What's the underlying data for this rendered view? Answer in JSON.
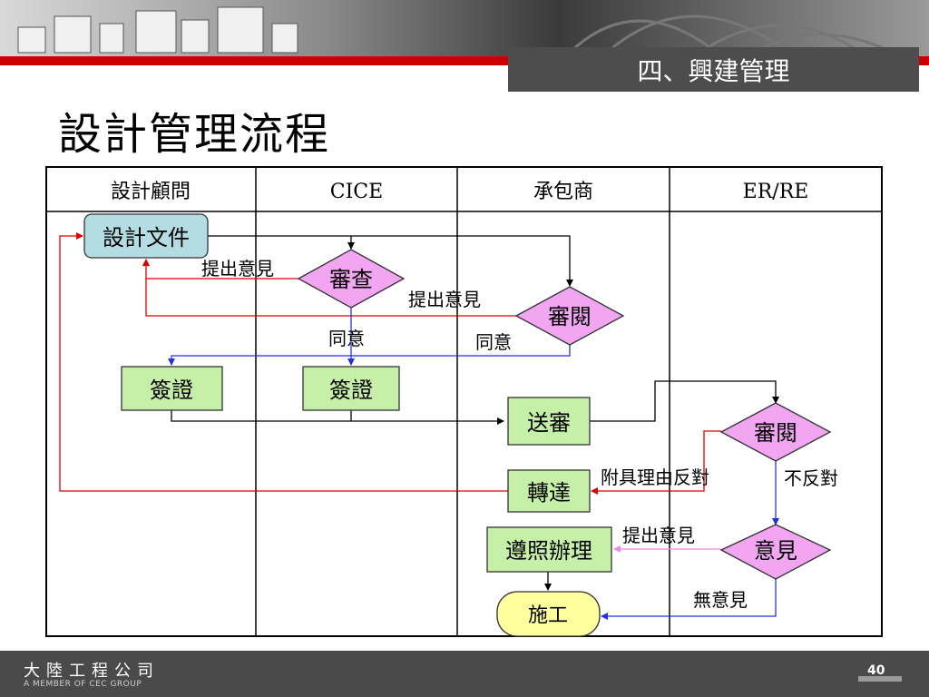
{
  "section_tab": "四、興建管理",
  "page_title": "設計管理流程",
  "lanes": [
    "設計顧問",
    "CICE",
    "承包商",
    "ER/RE"
  ],
  "nodes": {
    "design_docs": "設計文件",
    "cice_review": "審查",
    "contractor_review": "審閱",
    "sign_consultant": "簽證",
    "sign_cice": "簽證",
    "submit": "送審",
    "er_review": "審閱",
    "forward": "轉達",
    "comply": "遵照辦理",
    "opinion": "意見",
    "construction": "施工"
  },
  "edge_labels": {
    "comment_1": "提出意見",
    "comment_2": "提出意見",
    "agree_1": "同意",
    "agree_2": "同意",
    "objection": "附具理由反對",
    "no_objection": "不反對",
    "comment_3": "提出意見",
    "no_comment": "無意見"
  },
  "colors": {
    "section_tab_bg": "#4d4d4d",
    "footer_bg": "#4a4a4a",
    "accent_red": "#cc0000",
    "process_node": "#c6efa8",
    "decision_node": "#f2a6f2",
    "start_node": "#b4dde3",
    "terminal_node": "#ffffa0",
    "edge_black": "#000000",
    "edge_red": "#dd0000",
    "edge_blue": "#2233dd",
    "edge_pink": "#ee88ee"
  },
  "footer": {
    "company": "大陸工程公司",
    "company_sub": "A MEMBER OF CEC GROUP",
    "page_number": "40"
  }
}
